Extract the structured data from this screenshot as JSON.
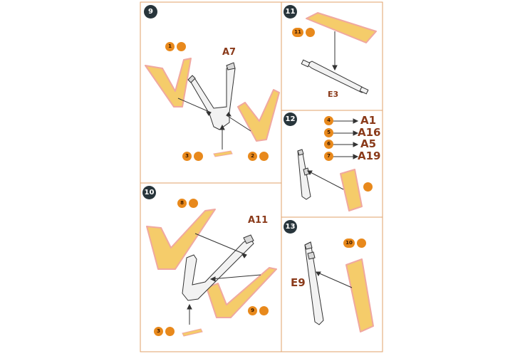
{
  "colors": {
    "frame": "#e0a26a",
    "wood": "#f5cc6a",
    "wood_edge": "#f0a8a0",
    "badge": "#28353b",
    "chip": "#e8891c",
    "label": "#8a3a1a"
  },
  "panels": {
    "p9": {
      "step": "9",
      "part_label": "A7",
      "chip1": "1",
      "chip2": "2",
      "chip3": "3"
    },
    "p10": {
      "step": "10",
      "part_label": "A11",
      "chip1": "8",
      "chip2": "9",
      "chip3": "3"
    },
    "p11": {
      "step": "11",
      "part_label": "E3",
      "chip1": "11"
    },
    "p12": {
      "step": "12",
      "key": [
        {
          "chip": "4",
          "label": "A1"
        },
        {
          "chip": "5",
          "label": "A16"
        },
        {
          "chip": "6",
          "label": "A5"
        },
        {
          "chip": "7",
          "label": "A19"
        }
      ]
    },
    "p13": {
      "step": "13",
      "part_label": "E9",
      "chip1": "10"
    }
  }
}
